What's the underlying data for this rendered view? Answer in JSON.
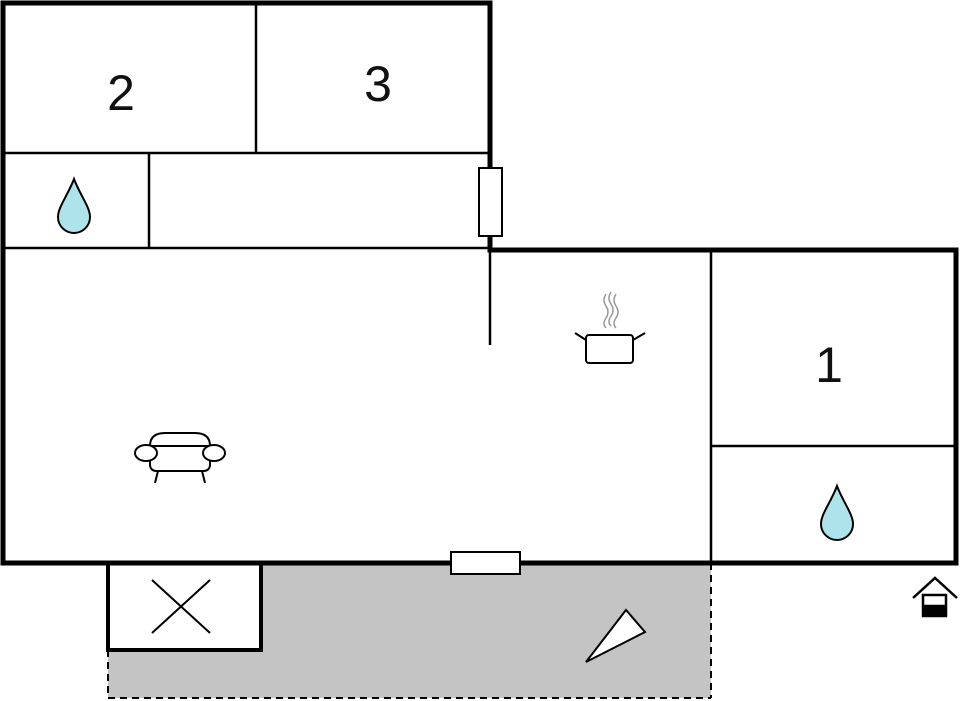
{
  "floor_plan": {
    "rooms": [
      {
        "id": "bedroom-2",
        "label": "2",
        "icon": null
      },
      {
        "id": "bedroom-3",
        "label": "3",
        "icon": null
      },
      {
        "id": "bathroom-upper",
        "label": "",
        "icon": "water-drop-icon"
      },
      {
        "id": "hallway",
        "label": "",
        "icon": null
      },
      {
        "id": "living-room",
        "label": "",
        "icon": "sofa-icon"
      },
      {
        "id": "kitchen",
        "label": "",
        "icon": "cooking-pot-icon"
      },
      {
        "id": "bedroom-1",
        "label": "1",
        "icon": null
      },
      {
        "id": "bathroom-lower",
        "label": "",
        "icon": "water-drop-icon"
      },
      {
        "id": "storage",
        "label": "",
        "icon": "cross-mark-icon"
      },
      {
        "id": "terrace",
        "label": "",
        "icon": "shade-sail-icon"
      }
    ],
    "symbols": [
      "entrance-icon"
    ],
    "colors": {
      "wall": "#000000",
      "water": "#aee3ec",
      "terrace": "#c4c4c4",
      "background": "#ffffff"
    }
  }
}
